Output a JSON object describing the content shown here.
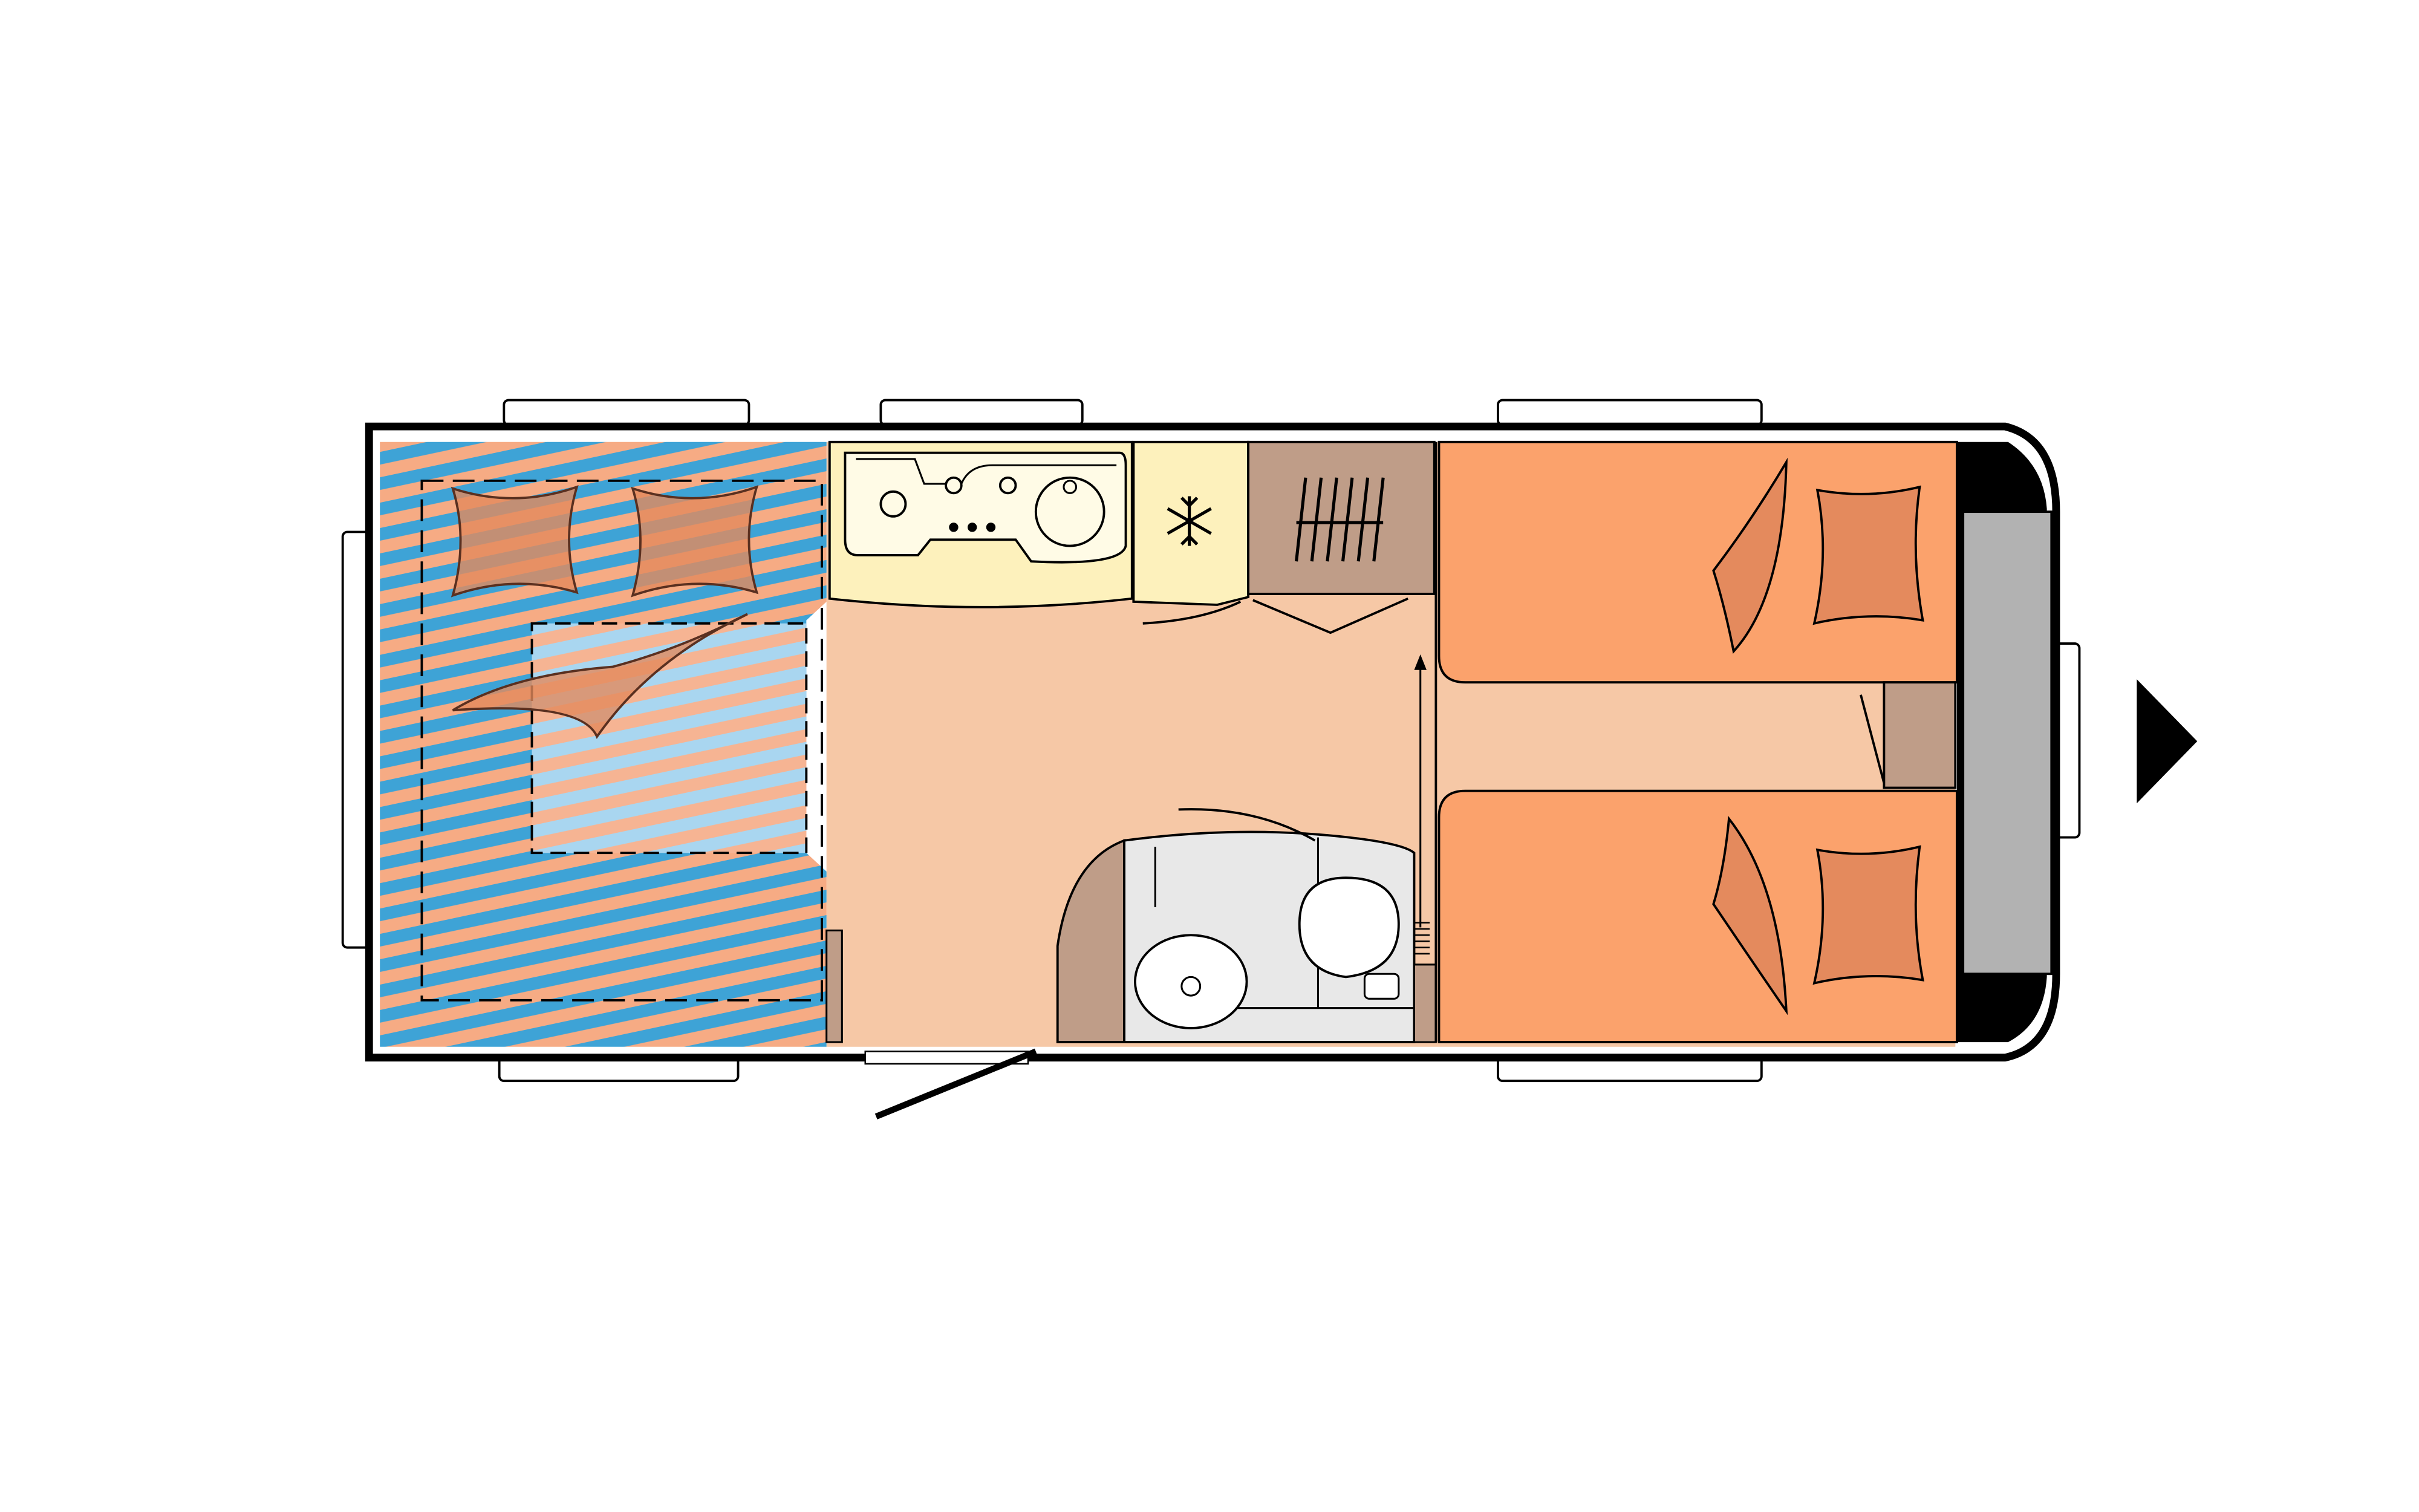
{
  "diagram": {
    "type": "caravan-floor-plan",
    "orientation": "front-right",
    "direction_marker": "triangle-right",
    "zones": [
      {
        "id": "rear-bed",
        "kind": "bed",
        "pattern": "diagonal-stripes",
        "colors": [
          "#3ea3d6",
          "#f6ab84"
        ]
      },
      {
        "id": "kitchen",
        "kind": "kitchen",
        "color": "#fdf1bc"
      },
      {
        "id": "fridge",
        "kind": "fridge",
        "color": "#fdf1bc",
        "icon": "snowflake-icon"
      },
      {
        "id": "wardrobe",
        "kind": "cabinet",
        "color": "#bf9d88"
      },
      {
        "id": "floor",
        "kind": "floor",
        "color": "#f6c8a6"
      },
      {
        "id": "washroom",
        "kind": "bathroom",
        "color": "#e8e8e8"
      },
      {
        "id": "front-bed-top",
        "kind": "single-bed",
        "color": "#fba26c"
      },
      {
        "id": "front-bed-bottom",
        "kind": "single-bed",
        "color": "#fba26c"
      },
      {
        "id": "front-panel",
        "kind": "front-window",
        "color": "#b2b2b2"
      }
    ],
    "colors": {
      "outline": "#000000",
      "cushion": "#e48a5d",
      "pillow_stroke": "#5a3020"
    }
  }
}
